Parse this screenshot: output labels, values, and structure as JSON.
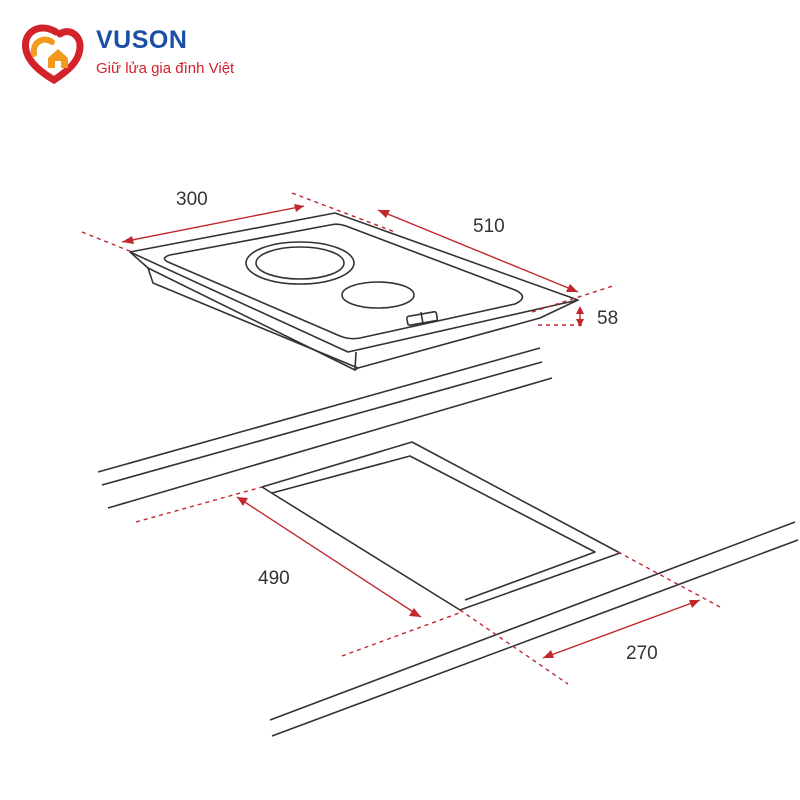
{
  "logo": {
    "brand": "VUSON",
    "tagline": "Giữ lửa gia đình Việt"
  },
  "dimensions": {
    "hob_width": "300",
    "hob_depth": "510",
    "hob_height": "58",
    "cutout_depth": "490",
    "cutout_width": "270"
  },
  "colors": {
    "dimension": "#c0282e",
    "outline": "#333333",
    "brand_blue": "#1a4fa3",
    "brand_red": "#d2232a",
    "logo_orange": "#f39a1e"
  }
}
